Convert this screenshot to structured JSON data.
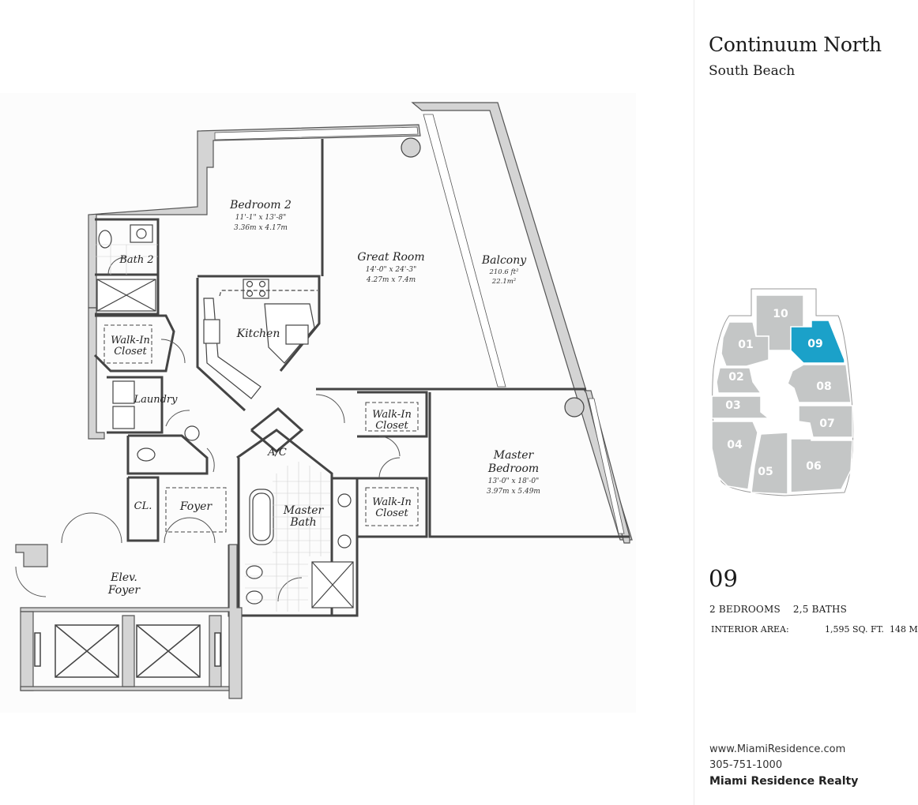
{
  "building": {
    "name": "Continuum North",
    "location": "South Beach"
  },
  "unit": {
    "number": "09",
    "bedrooms": "2 BEDROOMS",
    "baths": "2,5 BATHS",
    "interior_label": "INTERIOR AREA:",
    "interior_sqft": "1,595 SQ. FT.",
    "interior_m2": "148 M²"
  },
  "rooms": {
    "bedroom2": {
      "name": "Bedroom 2",
      "dim_ft": "11'-1\" x 13'-8\"",
      "dim_m": "3.36m x 4.17m"
    },
    "great_room": {
      "name": "Great Room",
      "dim_ft": "14'-0\" x 24'-3\"",
      "dim_m": "4.27m x 7.4m"
    },
    "balcony": {
      "name": "Balcony",
      "area_ft": "210.6 ft²",
      "area_m": "22.1m²"
    },
    "bath2": "Bath 2",
    "kitchen": "Kitchen",
    "walkin_closet_1": [
      "Walk-In",
      "Closet"
    ],
    "walkin_closet_2": [
      "Walk-In",
      "Closet"
    ],
    "walkin_closet_3": [
      "Walk-In",
      "Closet"
    ],
    "laundry": "Laundry",
    "ac": "A/C",
    "cl": "CL.",
    "foyer": "Foyer",
    "master_bath": [
      "Master",
      "Bath"
    ],
    "master_bedroom": {
      "name": [
        "Master",
        "Bedroom"
      ],
      "dim_ft": "13'-0\" x 18'-0\"",
      "dim_m": "3.97m x 5.49m"
    },
    "elev_foyer": [
      "Elev.",
      "Foyer"
    ]
  },
  "keyplan": {
    "units": [
      "01",
      "02",
      "03",
      "04",
      "05",
      "06",
      "07",
      "08",
      "09",
      "10"
    ],
    "highlighted": "09",
    "colors": {
      "highlight": "#1ba1c9",
      "unit": "#c4c6c6",
      "core": "#ffffff",
      "outline": "#9a9a9a"
    }
  },
  "contact": {
    "website": "www.MiamiResidence.com",
    "phone": "305-751-1000",
    "company": "Miami Residence Realty"
  }
}
